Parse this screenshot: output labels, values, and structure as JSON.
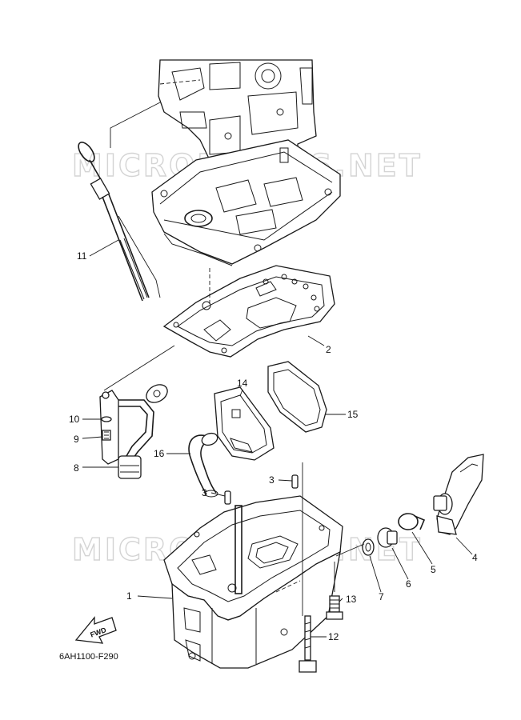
{
  "watermark": {
    "text": "MICROFICHES.NET"
  },
  "figure_code": "6AH1100-F290",
  "direction_arrow": {
    "label": "FWD"
  },
  "callouts": [
    {
      "id": "c1",
      "label": "1"
    },
    {
      "id": "c2",
      "label": "2"
    },
    {
      "id": "c3a",
      "label": "3"
    },
    {
      "id": "c3b",
      "label": "3"
    },
    {
      "id": "c4",
      "label": "4"
    },
    {
      "id": "c5",
      "label": "5"
    },
    {
      "id": "c6",
      "label": "6"
    },
    {
      "id": "c7",
      "label": "7"
    },
    {
      "id": "c8",
      "label": "8"
    },
    {
      "id": "c9",
      "label": "9"
    },
    {
      "id": "c10",
      "label": "10"
    },
    {
      "id": "c11",
      "label": "11"
    },
    {
      "id": "c12",
      "label": "12"
    },
    {
      "id": "c13",
      "label": "13"
    },
    {
      "id": "c14",
      "label": "14"
    },
    {
      "id": "c15",
      "label": "15"
    },
    {
      "id": "c16",
      "label": "16"
    }
  ]
}
